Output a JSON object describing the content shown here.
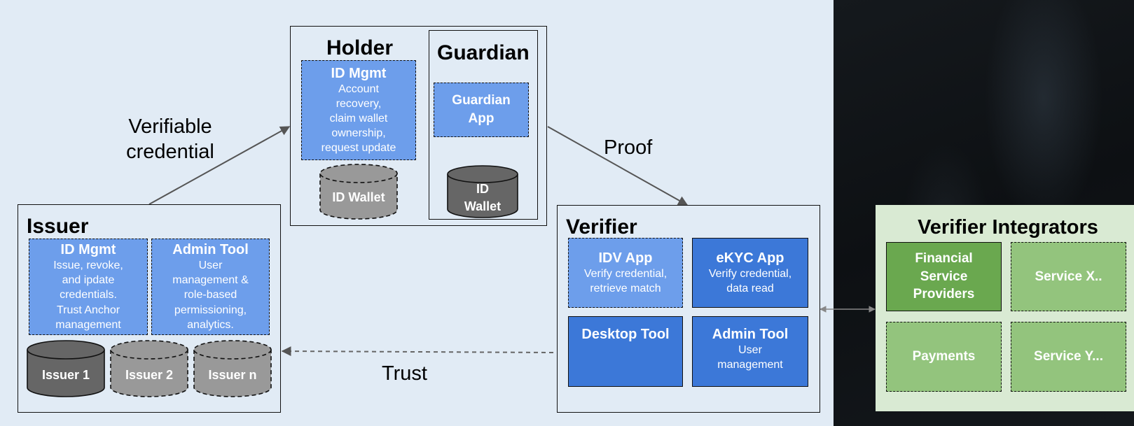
{
  "labels": {
    "verifiable_credential": [
      "Verifiable",
      "credential"
    ],
    "proof": "Proof",
    "trust": "Trust"
  },
  "holder": {
    "title": "Holder",
    "id_mgmt": {
      "title": "ID Mgmt",
      "lines": [
        "Account",
        "recovery,",
        "claim wallet",
        "ownership,",
        "request update"
      ]
    },
    "wallet": "ID Wallet"
  },
  "guardian": {
    "title": "Guardian",
    "app": [
      "Guardian",
      "App"
    ],
    "wallet": [
      "ID",
      "Wallet"
    ]
  },
  "issuer": {
    "title": "Issuer",
    "id_mgmt": {
      "title": "ID Mgmt",
      "lines": [
        "Issue, revoke,",
        "and ipdate",
        "credentials.",
        "Trust Anchor",
        "management"
      ]
    },
    "admin_tool": {
      "title": "Admin Tool",
      "lines": [
        "User",
        "management &",
        "role-based",
        "permissioning,",
        "analytics."
      ]
    },
    "databases": [
      "Issuer 1",
      "Issuer 2",
      "Issuer n"
    ]
  },
  "verifier": {
    "title": "Verifier",
    "idv_app": {
      "title": "IDV App",
      "lines": [
        "Verify credential,",
        "retrieve match"
      ]
    },
    "ekyc_app": {
      "title": "eKYC App",
      "lines": [
        "Verify credential,",
        "data read"
      ]
    },
    "desktop_tool": {
      "title": "Desktop Tool"
    },
    "admin_tool": {
      "title": "Admin Tool",
      "lines": [
        "User",
        "management"
      ]
    }
  },
  "integrators": {
    "title": "Verifier Integrators",
    "financial": [
      "Financial",
      "Service",
      "Providers"
    ],
    "service_x": "Service X..",
    "payments": "Payments",
    "service_y": "Service Y..."
  },
  "colors": {
    "panel_bg": "#e1ebf5",
    "light_blue": "#6d9eeb",
    "dark_blue": "#3c78d8",
    "integrator_bg": "#d9ead3",
    "green_dark": "#6aa84f",
    "green_light": "#93c47d",
    "db_dark": "#666666",
    "db_light": "#999999"
  }
}
